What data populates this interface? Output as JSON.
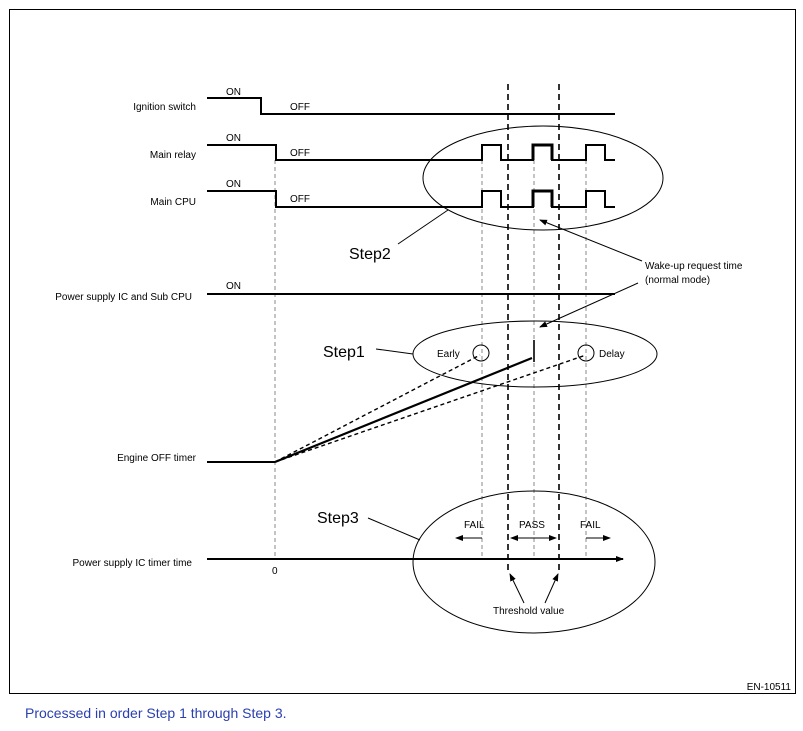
{
  "signals": {
    "ignition": "Ignition switch",
    "main_relay": "Main relay",
    "main_cpu": "Main CPU",
    "power_supply": "Power supply IC and Sub CPU",
    "engine_timer": "Engine OFF timer",
    "ic_timer": "Power supply IC timer time"
  },
  "states": {
    "on": "ON",
    "off": "OFF"
  },
  "steps": {
    "step1": "Step1",
    "step2": "Step2",
    "step3": "Step3"
  },
  "annotations": {
    "wakeup_line1": "Wake-up request time",
    "wakeup_line2": "(normal mode)",
    "early": "Early",
    "delay": "Delay",
    "fail_left": "FAIL",
    "pass": "PASS",
    "fail_right": "FAIL",
    "threshold": "Threshold value",
    "zero": "0"
  },
  "figure_code": "EN-10511",
  "caption": "Processed in order Step 1 through Step 3."
}
